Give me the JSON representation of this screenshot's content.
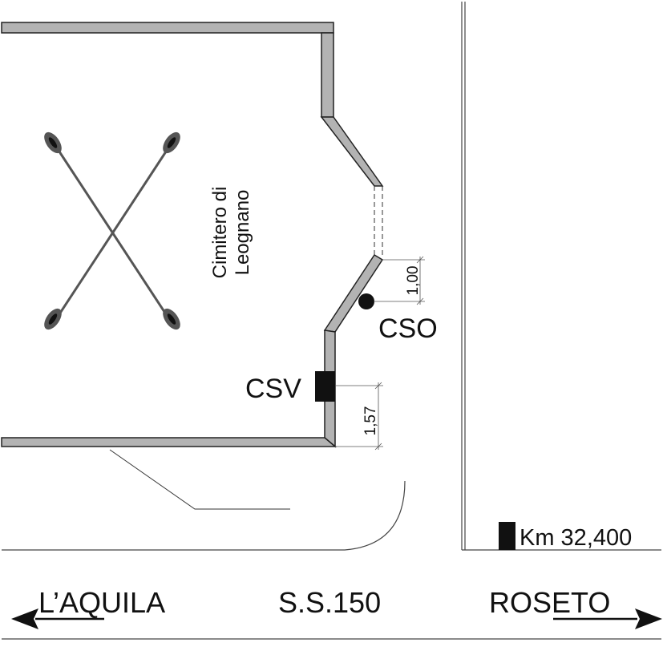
{
  "cemetery": {
    "line1": "Cimitero di",
    "line2": "Leognano"
  },
  "markers": {
    "cso": "CSO",
    "csv": "CSV",
    "km": "Km 32,400"
  },
  "dimensions": {
    "cso_distance": "1,00",
    "csv_distance": "1,57"
  },
  "road": {
    "left_destination": "L’AQUILA",
    "name": "S.S.150",
    "right_destination": "ROSETO"
  },
  "colors": {
    "wall_fill": "#b3b3b3",
    "ink": "#111111"
  },
  "icons": {
    "cemetery_symbol": "crossed-torches-icon"
  }
}
